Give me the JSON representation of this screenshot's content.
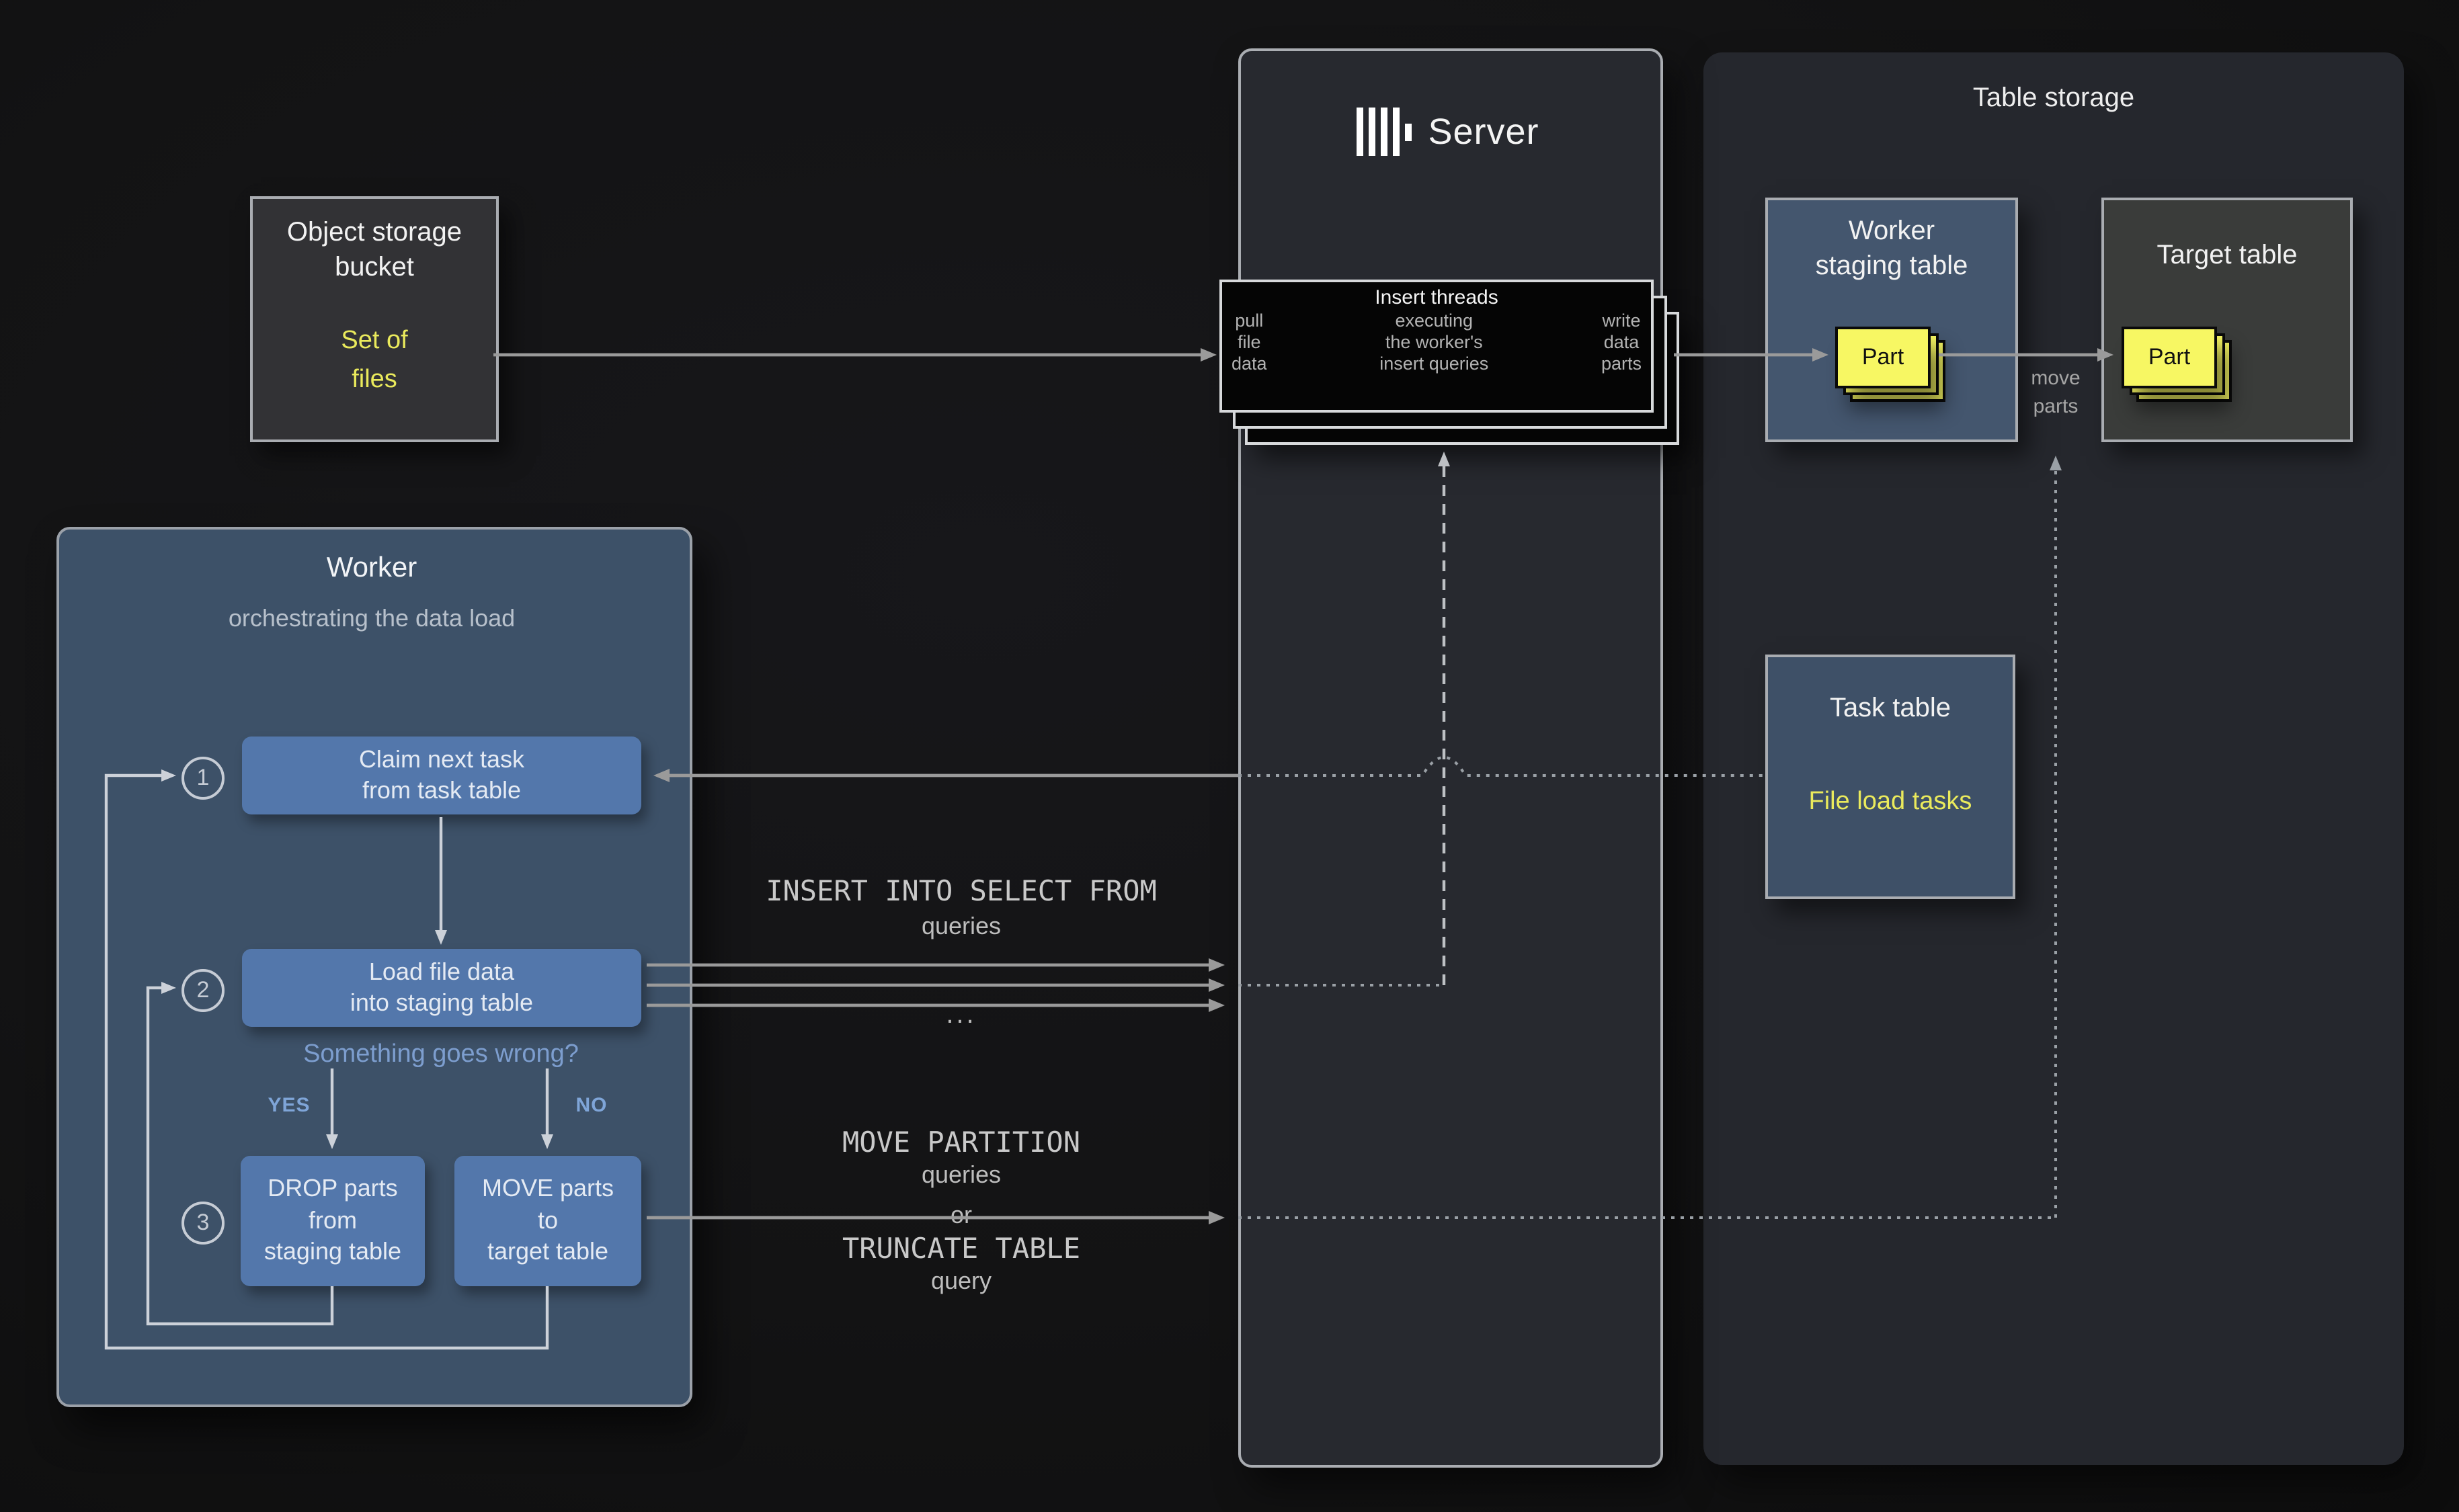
{
  "object_storage": {
    "title": "Object storage\nbucket",
    "subtitle": "Set of\nfiles"
  },
  "server": {
    "title": "Server",
    "logo_icon": "clickhouse-bars-logo",
    "insert_threads": {
      "title": "Insert threads",
      "col_left": "pull\nfile\ndata",
      "col_center": "executing\nthe worker's\ninsert queries",
      "col_right": "write\ndata\nparts"
    }
  },
  "table_storage": {
    "title": "Table storage",
    "staging_table": {
      "title": "Worker\nstaging table",
      "part_label": "Part"
    },
    "target_table": {
      "title": "Target table",
      "part_label": "Part"
    },
    "task_table": {
      "title": "Task table",
      "subtitle": "File load tasks"
    },
    "move_parts_label": "move\nparts"
  },
  "worker": {
    "title": "Worker",
    "subtitle": "orchestrating the data load",
    "step1_num": "1",
    "step1_label": "Claim next task\nfrom task table",
    "step2_num": "2",
    "step2_label": "Load file data\ninto staging table",
    "question": "Something goes wrong?",
    "yes_label": "YES",
    "no_label": "NO",
    "step3_num": "3",
    "step3_drop_label": "DROP parts\nfrom\nstaging table",
    "step3_move_label": "MOVE parts\nto\ntarget table"
  },
  "flow_labels": {
    "insert_line1": "INSERT INTO SELECT FROM",
    "insert_line2": "queries",
    "ellipsis": "...",
    "move_line1": "MOVE PARTITION",
    "move_line2": "queries",
    "move_line3": "or",
    "move_line4": "TRUNCATE TABLE",
    "move_line5": "query"
  },
  "colors": {
    "background": "#131314",
    "panel_dark": "#27292f",
    "worker_panel_blue": "#3d5168",
    "step_box_blue": "#5377ab",
    "staging_blue": "#44566e",
    "task_blue": "#3e5067",
    "target_gray": "#3a3c3a",
    "object_gray": "#323235",
    "accent_yellow": "#eaea5c",
    "part_yellow": "#f7f763",
    "question_blue": "#7d9ecf",
    "line_gray": "#9a9a9a",
    "insert_threads_black": "#050505"
  }
}
